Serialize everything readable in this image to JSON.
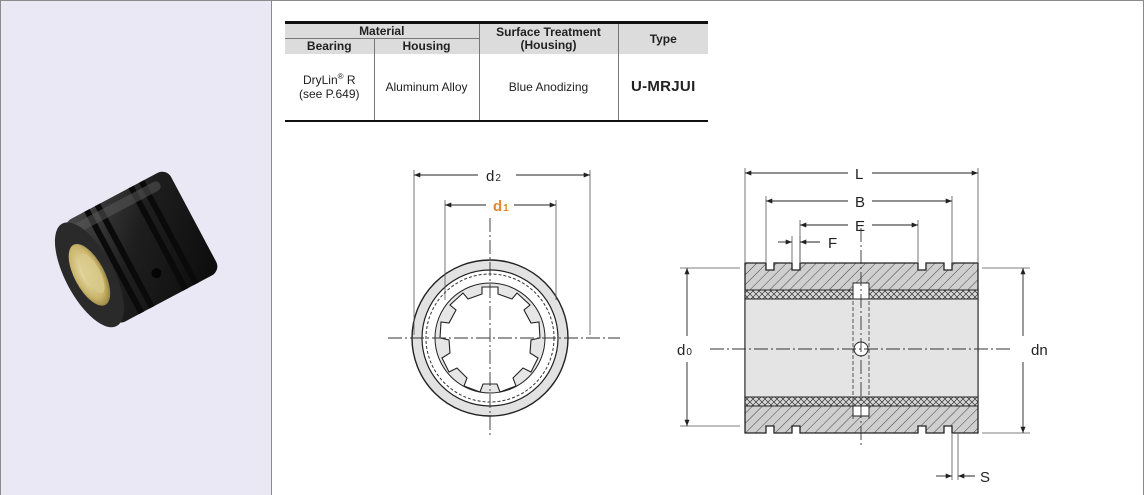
{
  "table": {
    "header": {
      "material": "Material",
      "bearing": "Bearing",
      "housing": "Housing",
      "surface_treatment_line1": "Surface Treatment",
      "surface_treatment_line2": "(Housing)",
      "type": "Type"
    },
    "row": {
      "bearing_line1": "DryLin",
      "bearing_reg": "®",
      "bearing_suffix": " R",
      "bearing_line2": "(see P.649)",
      "housing": "Aluminum Alloy",
      "surface_treatment": "Blue Anodizing",
      "type": "U-MRJUI"
    }
  },
  "dimensions": {
    "d2_main": "d",
    "d2_sub": "2",
    "d1_main": "d",
    "d1_sub": "1",
    "L": "L",
    "B": "B",
    "E": "E",
    "F": "F",
    "d0_main": "d",
    "d0_sub": "0",
    "dn": "dn",
    "S": "S"
  },
  "colors": {
    "accent_type": "#1ba3de",
    "accent_d1": "#e8862a",
    "left_panel_bg": "#e9e8f4"
  },
  "icons": {
    "product_photo": "linear-bushing-photo"
  }
}
